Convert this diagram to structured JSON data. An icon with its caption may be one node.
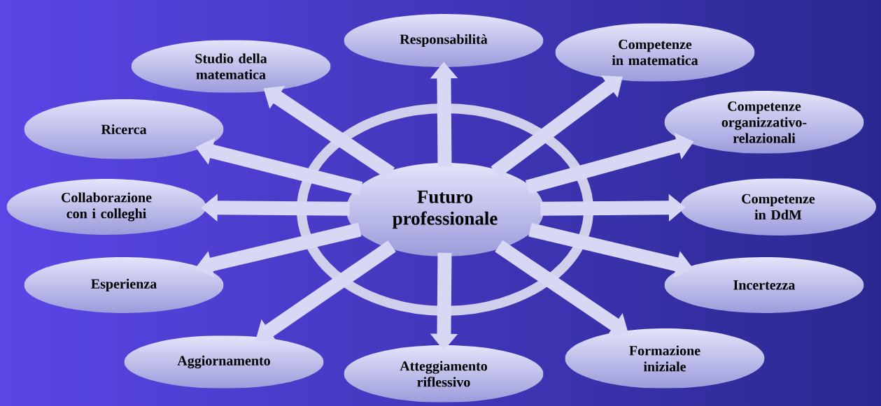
{
  "diagram": {
    "nodes": [
      {
        "text": [
          "Studio della matematica"
        ]
      },
      {
        "text": [
          "Responsabilità"
        ]
      },
      {
        "text": [
          "Competenze in matematica"
        ]
      },
      {
        "text": [
          "Ricerca"
        ]
      },
      {
        "text": [
          "Competenze organizzativo-relazionali"
        ]
      },
      {
        "text": [
          "Collaborazione con i colleghi"
        ]
      },
      {
        "text": [
          "Futuro professionale"
        ]
      },
      {
        "text": [
          "Competenze in DdM"
        ]
      },
      {
        "text": [
          "Esperienza"
        ]
      },
      {
        "text": [
          "Incertezza"
        ]
      },
      {
        "text": [
          "Aggiornamento"
        ]
      },
      {
        "text": [
          "Atteggiamento riflessivo"
        ]
      },
      {
        "text": [
          "Formazione iniziale"
        ]
      }
    ],
    "edges": [
      {
        "from": 6,
        "to": 0,
        "arrow": "to"
      },
      {
        "from": 6,
        "to": 1,
        "arrow": "to"
      },
      {
        "from": 6,
        "to": 2,
        "arrow": "to"
      },
      {
        "from": 6,
        "to": 3,
        "arrow": "to"
      },
      {
        "from": 6,
        "to": 4,
        "arrow": "to"
      },
      {
        "from": 6,
        "to": 5,
        "arrow": "to"
      },
      {
        "from": 6,
        "to": 7,
        "arrow": "to"
      },
      {
        "from": 6,
        "to": 8,
        "arrow": "to"
      },
      {
        "from": 6,
        "to": 9,
        "arrow": "to"
      },
      {
        "from": 6,
        "to": 10,
        "arrow": "to"
      },
      {
        "from": 6,
        "to": 11,
        "arrow": "to"
      },
      {
        "from": 6,
        "to": 12,
        "arrow": "to"
      }
    ]
  }
}
